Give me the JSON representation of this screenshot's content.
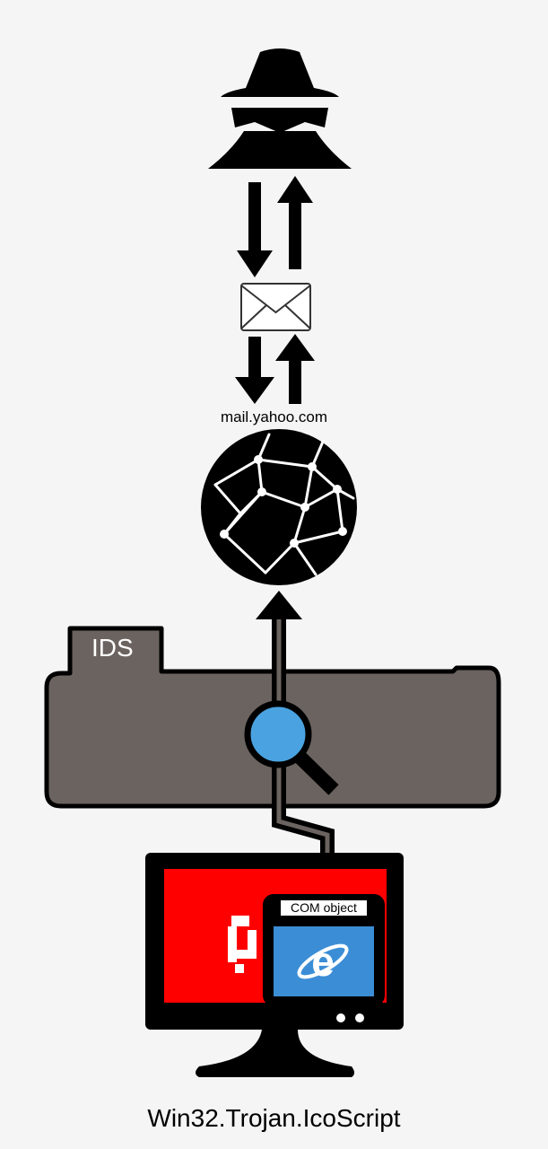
{
  "server_label": "mail.yahoo.com",
  "ids_label": "IDS",
  "com_label": "COM object",
  "caption": "Win32.Trojan.IcoScript",
  "icons": {
    "attacker": "spy-icon",
    "email": "envelope-icon",
    "internet": "globe-network-icon",
    "inspect": "magnifier-icon",
    "browser": "internet-explorer-icon",
    "victim": "monitor-icon"
  },
  "colors": {
    "ids_box": "#6b6360",
    "monitor_screen": "#ff0000",
    "magnifier_lens": "#4aa3e0",
    "ie_window": "#3b8ed6",
    "background": "#f5f5f5"
  }
}
